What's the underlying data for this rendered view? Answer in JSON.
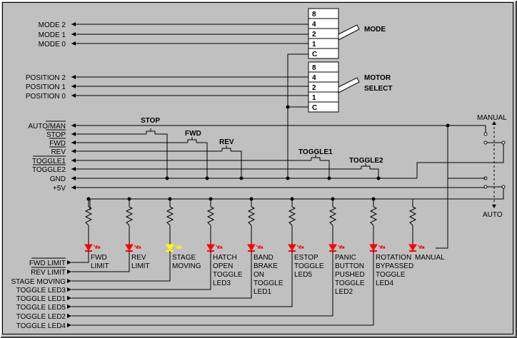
{
  "colors": {
    "background": "#c0c0c0",
    "wire": "#000000",
    "led_red": "#ff0000",
    "led_yellow": "#ffff00",
    "switch_box": "#ffffff"
  },
  "mode_switch": {
    "name": "MODE",
    "pins": [
      "8",
      "4",
      "2",
      "1",
      "C"
    ],
    "signals": [
      "MODE 2",
      "MODE 1",
      "MODE 0"
    ]
  },
  "motor_switch": {
    "name_line1": "MOTOR",
    "name_line2": "SELECT",
    "pins": [
      "8",
      "4",
      "2",
      "1",
      "C"
    ],
    "signals": [
      "POSITION 2",
      "POSITION 1",
      "POSITION 0"
    ]
  },
  "control_lines": [
    "AUTO/MAN",
    "STOP",
    "FWD",
    "REV",
    "TOGGLE1",
    "TOGGLE2",
    "GND",
    "+5V"
  ],
  "buttons": [
    "STOP",
    "FWD",
    "REV",
    "TOGGLE1",
    "TOGGLE2"
  ],
  "auto_manual": {
    "manual": "MANUAL",
    "auto": "AUTO"
  },
  "leds": [
    {
      "lines": [
        "FWD",
        "LIMIT"
      ],
      "color": "red"
    },
    {
      "lines": [
        "REV",
        "LIMIT"
      ],
      "color": "red"
    },
    {
      "lines": [
        "STAGE",
        "MOVING"
      ],
      "color": "yellow"
    },
    {
      "lines": [
        "HATCH",
        "OPEN",
        "TOGGLE",
        "LED3"
      ],
      "color": "red"
    },
    {
      "lines": [
        "BAND",
        "BRAKE",
        "ON",
        "TOGGLE",
        "LED1"
      ],
      "color": "red"
    },
    {
      "lines": [
        "ESTOP",
        "TOGGLE",
        "LED5"
      ],
      "color": "red"
    },
    {
      "lines": [
        "PANIC",
        "BUTTON",
        "PUSHED",
        "TOGGLE",
        "LED2"
      ],
      "color": "red"
    },
    {
      "lines": [
        "ROTATION",
        "BYPASSED",
        "TOGGLE",
        "LED4"
      ],
      "color": "red"
    },
    {
      "lines": [
        "MANUAL"
      ],
      "color": "red"
    }
  ],
  "led_outputs": [
    "FWD LIMIT",
    "REV LIMIT",
    "STAGE MOVING",
    "TOGGLE LED3",
    "TOGGLE LED1",
    "TOGGLE LED5",
    "TOGGLE LED2",
    "TOGGLE LED4"
  ]
}
